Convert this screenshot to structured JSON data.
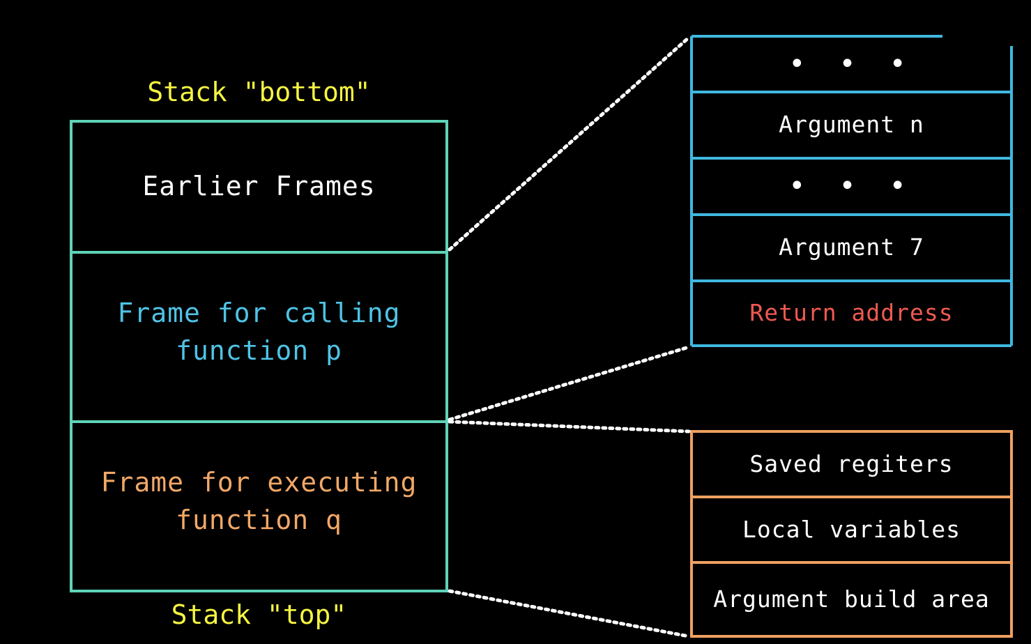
{
  "colors": {
    "background": "#000000",
    "stack_border": "#5fd3b8",
    "top_box_border": "#3fb8e0",
    "bottom_box_border": "#f0a060",
    "label_yellow": "#f5f542",
    "text_white": "#ffffff",
    "text_blue": "#4fc3e6",
    "text_orange": "#f2a868",
    "text_red": "#f05a50"
  },
  "stack": {
    "bottom_label": "Stack \"bottom\"",
    "top_label": "Stack \"top\"",
    "frames": [
      {
        "text": "Earlier Frames"
      },
      {
        "text": "Frame for calling\nfunction p"
      },
      {
        "text": "Frame for executing\nfunction q"
      }
    ]
  },
  "caller_frame_detail": {
    "cells": [
      {
        "text": "• • •"
      },
      {
        "text": "Argument n"
      },
      {
        "text": "• • •"
      },
      {
        "text": "Argument 7"
      },
      {
        "text": "Return address"
      }
    ]
  },
  "callee_frame_detail": {
    "cells": [
      {
        "text": "Saved regiters"
      },
      {
        "text": "Local variables"
      },
      {
        "text": "Argument build area"
      }
    ]
  }
}
